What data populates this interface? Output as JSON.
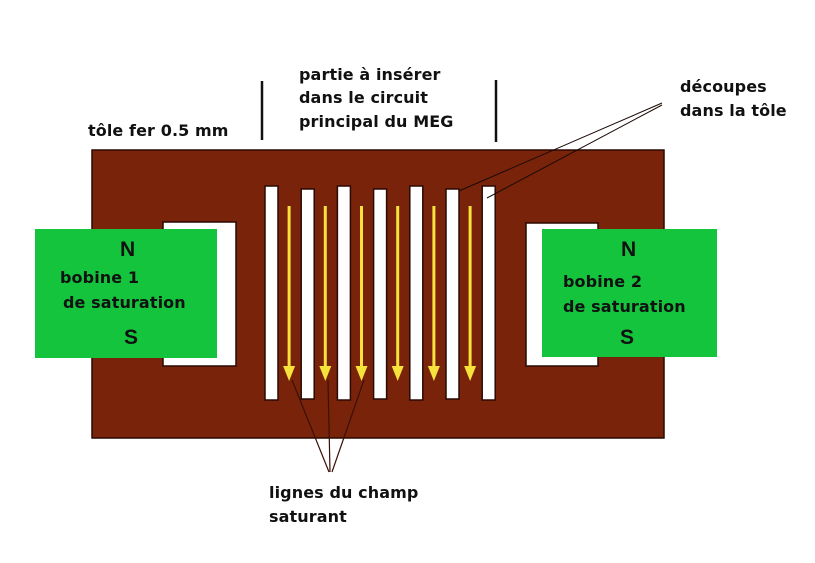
{
  "labels": {
    "sheet": "tôle fer 0.5 mm",
    "insert_part": [
      "partie à insérer",
      "dans le circuit",
      "principal du MEG"
    ],
    "cutouts": [
      "découpes",
      "dans la tôle"
    ],
    "field_lines": [
      "lignes du champ",
      "saturant"
    ]
  },
  "coil1": {
    "north": "N",
    "south": "S",
    "name": "bobine 1",
    "desc": "de saturation"
  },
  "coil2": {
    "north": "N",
    "south": "S",
    "name": "bobine 2",
    "desc": "de saturation"
  },
  "slot_count": 7,
  "arrow_count": 6,
  "colors": {
    "sheet": "#7a230b",
    "coil": "#14c43c",
    "slot": "#ffffff",
    "arrow": "#f5e23a",
    "text": "#111111"
  }
}
